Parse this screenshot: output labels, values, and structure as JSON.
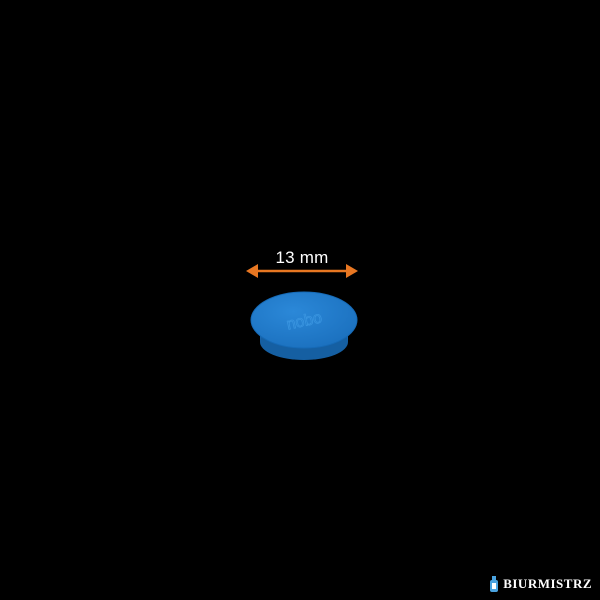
{
  "colors": {
    "background": "#000000",
    "arrow": "#e87722",
    "magnet_main": "#1f78c8",
    "magnet_shadow": "#155fa2",
    "text": "#ffffff"
  },
  "dimension": {
    "label": "13 mm"
  },
  "magnet": {
    "embossed_text": "nobo"
  },
  "brand": {
    "name": "BIURMISTRZ",
    "icon": "bottle-logo-icon"
  }
}
